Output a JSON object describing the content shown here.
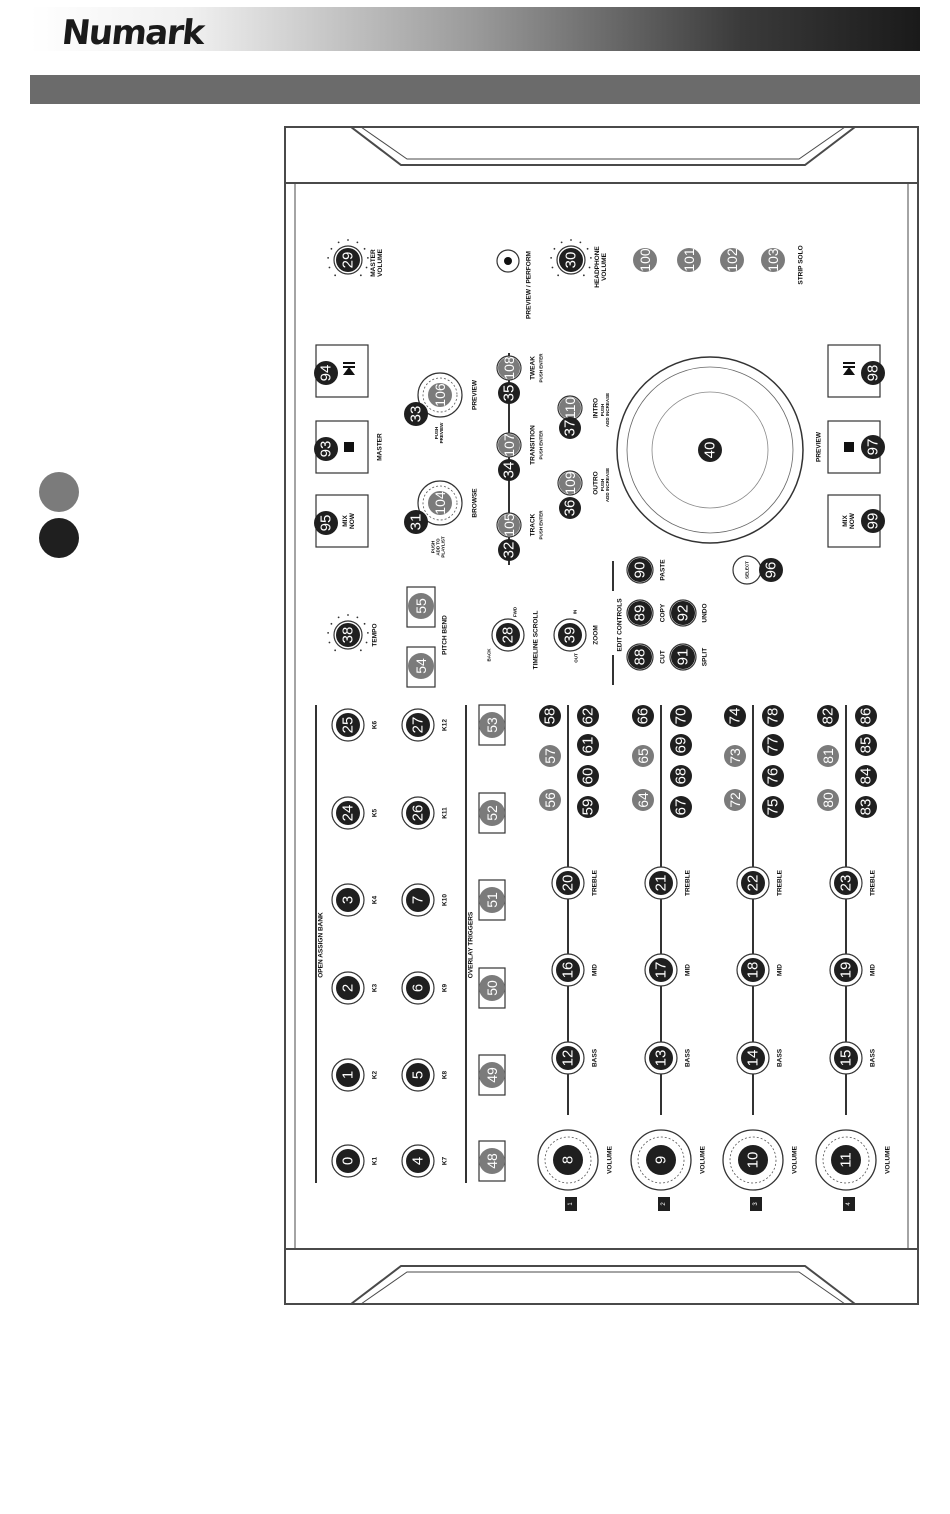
{
  "header": {
    "brand": "Numark"
  },
  "legend": {
    "grey_color": "#7b7b7b",
    "black_color": "#1f1f1f"
  },
  "colors": {
    "callout_black": "#1f1f1f",
    "callout_grey": "#7b7b7b",
    "panel_line": "#4a4a4a"
  },
  "diagram": {
    "top_labels": {
      "master_volume": "MASTER\nVOLUME",
      "preview_perform": "PREVIEW / PERFORM",
      "headphone_volume": "HEADPHONE\nVOLUME",
      "strip_solo": "STRIP SOLO"
    },
    "transport": {
      "master_label": "MASTER",
      "preview_label": "PREVIEW",
      "mix_now": "MIX\nNOW",
      "play_pause_icon": "play-pause-icon",
      "stop_icon": "stop-icon"
    },
    "nav": {
      "preview": "PREVIEW",
      "browse": "BROWSE",
      "push_preview": "PUSH\nPREVIEW",
      "push_add_playlist": "PUSH\nADD TO\nPLAYLIST",
      "tweak": "TWEAK",
      "transition": "TRANSITION",
      "track": "TRACK",
      "push_enter": "PUSH ENTER",
      "intro": "INTRO",
      "outro": "OUTRO",
      "push_add_increase": "PUSH\nADD INCREASE"
    },
    "timeline": {
      "tempo": "TEMPO",
      "pitch_bend": "PITCH BEND",
      "timeline_scroll": "TIMELINE SCROLL",
      "zoom": "ZOOM",
      "fwd": "FWD",
      "back": "BACK",
      "in": "IN",
      "out": "OUT"
    },
    "edit": {
      "header": "EDIT CONTROLS",
      "paste": "PASTE",
      "copy": "COPY",
      "undo": "UNDO",
      "cut": "CUT",
      "split": "SPLIT",
      "select": "SELECT"
    },
    "banks": {
      "open_assign": "OPEN ASSIGN BANK",
      "overlay_triggers": "OVERLAY TRIGGERS",
      "k_top": [
        "K1",
        "K2",
        "K3",
        "K4",
        "K5",
        "K6"
      ],
      "k_bottom": [
        "K7",
        "K8",
        "K9",
        "K10",
        "K11",
        "K12"
      ]
    },
    "channels": {
      "treble": "TREBLE",
      "mid": "MID",
      "bass": "BASS",
      "volume": "VOLUME",
      "numbers": [
        "1",
        "2",
        "3",
        "4"
      ]
    },
    "callouts": {
      "master_volume": "29",
      "headphone_volume": "30",
      "strip_solo": [
        "100",
        "101",
        "102",
        "103"
      ],
      "play_pause_left": "94",
      "stop_left": "93",
      "mix_now_left": "95",
      "play_pause_right": "98",
      "stop_right": "97",
      "mix_now_right": "99",
      "preview_knob_grey": "106",
      "preview_knob_black": "33",
      "browse_knob_grey": "104",
      "browse_knob_black": "31",
      "tweak_grey": "108",
      "tweak_black": "35",
      "transition_grey": "107",
      "transition_black": "34",
      "track_grey": "105",
      "track_black": "32",
      "intro_grey": "110",
      "intro_black": "37",
      "outro_grey": "109",
      "outro_black": "36",
      "jog_wheel": "40",
      "tempo": "38",
      "pitch_bend_up": "55",
      "pitch_bend_down": "54",
      "timeline_scroll": "28",
      "zoom": "39",
      "paste": "90",
      "copy": "89",
      "undo": "92",
      "cut": "88",
      "split": "91",
      "select": "96",
      "assign_top": [
        "0",
        "1",
        "2",
        "3",
        "24",
        "25"
      ],
      "assign_bottom": [
        "4",
        "5",
        "6",
        "7",
        "26",
        "27"
      ],
      "overlay": [
        "48",
        "49",
        "50",
        "51",
        "52",
        "53"
      ],
      "strip_grey": [
        [
          "57",
          "56"
        ],
        [
          "65",
          "64"
        ],
        [
          "73",
          "72"
        ],
        [
          "81",
          "80"
        ]
      ],
      "strip_black": [
        [
          "58",
          "62",
          "61",
          "60",
          "59"
        ],
        [
          "66",
          "70",
          "69",
          "68",
          "67"
        ],
        [
          "74",
          "78",
          "77",
          "76",
          "75"
        ],
        [
          "82",
          "86",
          "85",
          "84",
          "83"
        ]
      ],
      "treble": [
        "20",
        "21",
        "22",
        "23"
      ],
      "mid": [
        "16",
        "17",
        "18",
        "19"
      ],
      "bass": [
        "12",
        "13",
        "14",
        "15"
      ],
      "volume": [
        "8",
        "9",
        "10",
        "11"
      ]
    }
  }
}
